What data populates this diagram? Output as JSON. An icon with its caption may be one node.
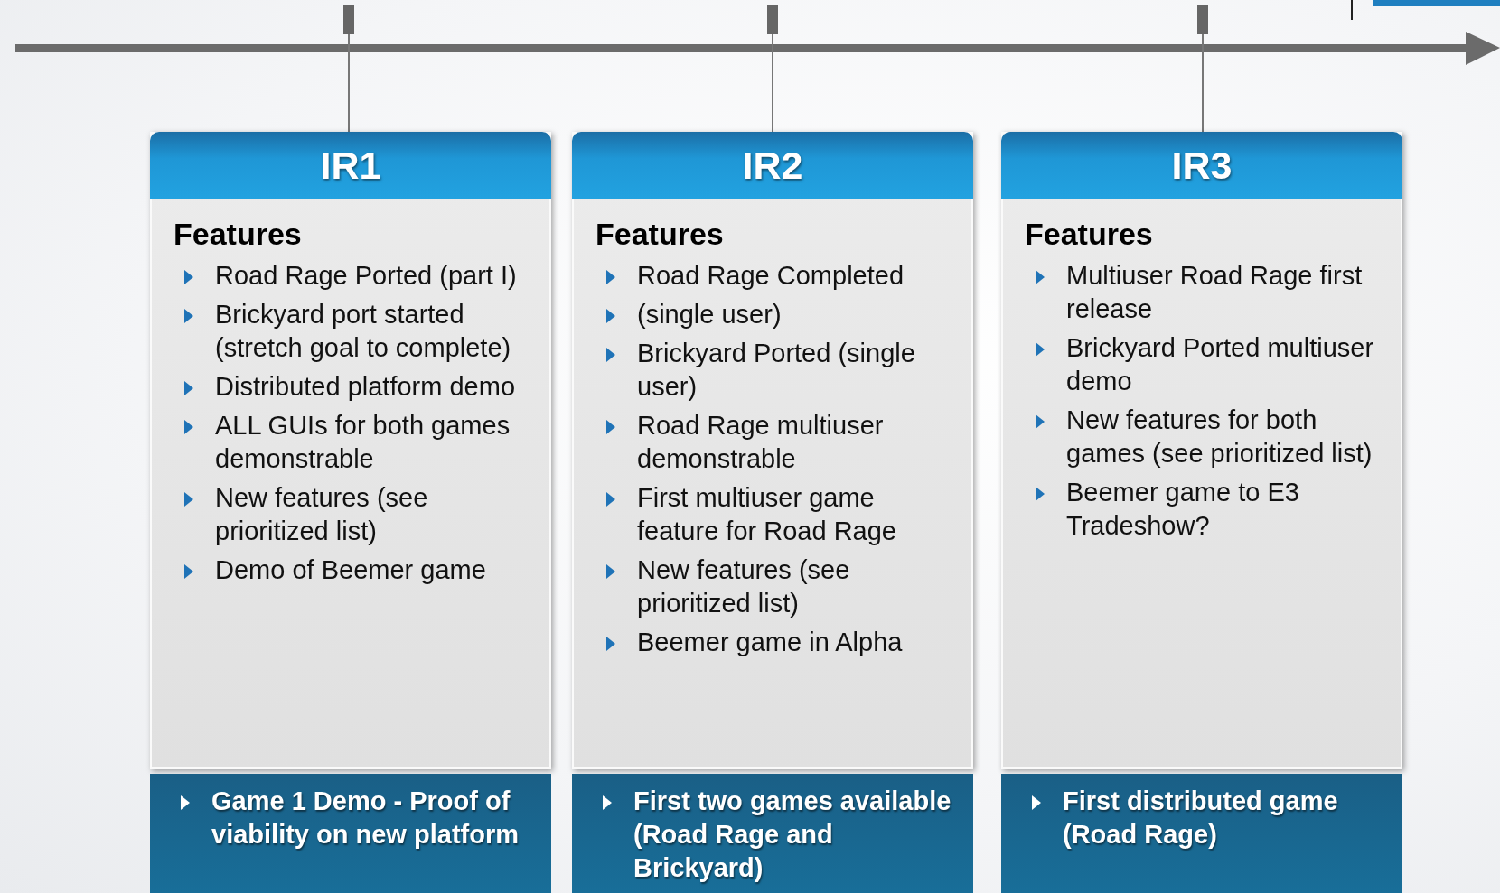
{
  "diagram": {
    "nodes": [
      {
        "text": [
          "IR1",
          "Features",
          "Road Rage Ported (part I)",
          "Brickyard port started (stretch goal to complete)",
          "Distributed platform demo",
          "ALL GUIs for both games demonstrable",
          "New features (see prioritized list)",
          "Demo of Beemer game"
        ]
      },
      {
        "text": [
          "Game 1 Demo - Proof of viability on new platform"
        ]
      },
      {
        "text": [
          "IR2",
          "Features",
          "Road Rage Completed",
          "(single user)",
          "Brickyard Ported (single user)",
          "Road Rage multiuser demonstrable",
          "First multiuser game feature for Road Rage",
          "New features (see prioritized list)",
          "Beemer game in Alpha"
        ]
      },
      {
        "text": [
          "First two games available (Road Rage and Brickyard)"
        ]
      },
      {
        "text": [
          "IR3",
          "Features",
          "Multiuser Road Rage first release",
          "Brickyard Ported multiuser demo",
          "New features for both games (see prioritized list)",
          "Beemer game to E3 Tradeshow?"
        ]
      },
      {
        "text": [
          "First distributed game (Road Rage)"
        ]
      }
    ]
  }
}
